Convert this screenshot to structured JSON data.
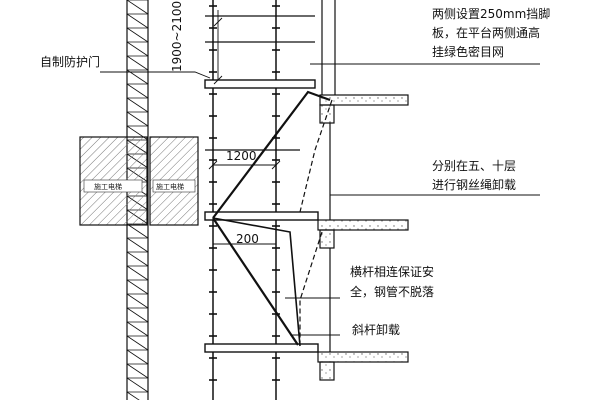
{
  "labels": {
    "baseboard_note_line1": "两侧设置250mm挡脚",
    "baseboard_note_line2": "板，在平台两侧通高",
    "baseboard_note_line3": "挂绿色密目网",
    "door": "自制防护门",
    "cable_note_line1": "分别在五、十层",
    "cable_note_line2": "进行钢丝绳卸载",
    "bar_note_line1": "横杆相连保证安",
    "bar_note_line2": "全，钢管不脱落",
    "brace_note": "斜杆卸载"
  },
  "dimensions": {
    "railing_height": "1900~2100",
    "width_upper": "1200",
    "width_lower": "200"
  },
  "elevator_cars": [
    "施工电梯",
    "施工电梯"
  ],
  "colors": {
    "line": "#111111",
    "hatch": "#555555"
  }
}
